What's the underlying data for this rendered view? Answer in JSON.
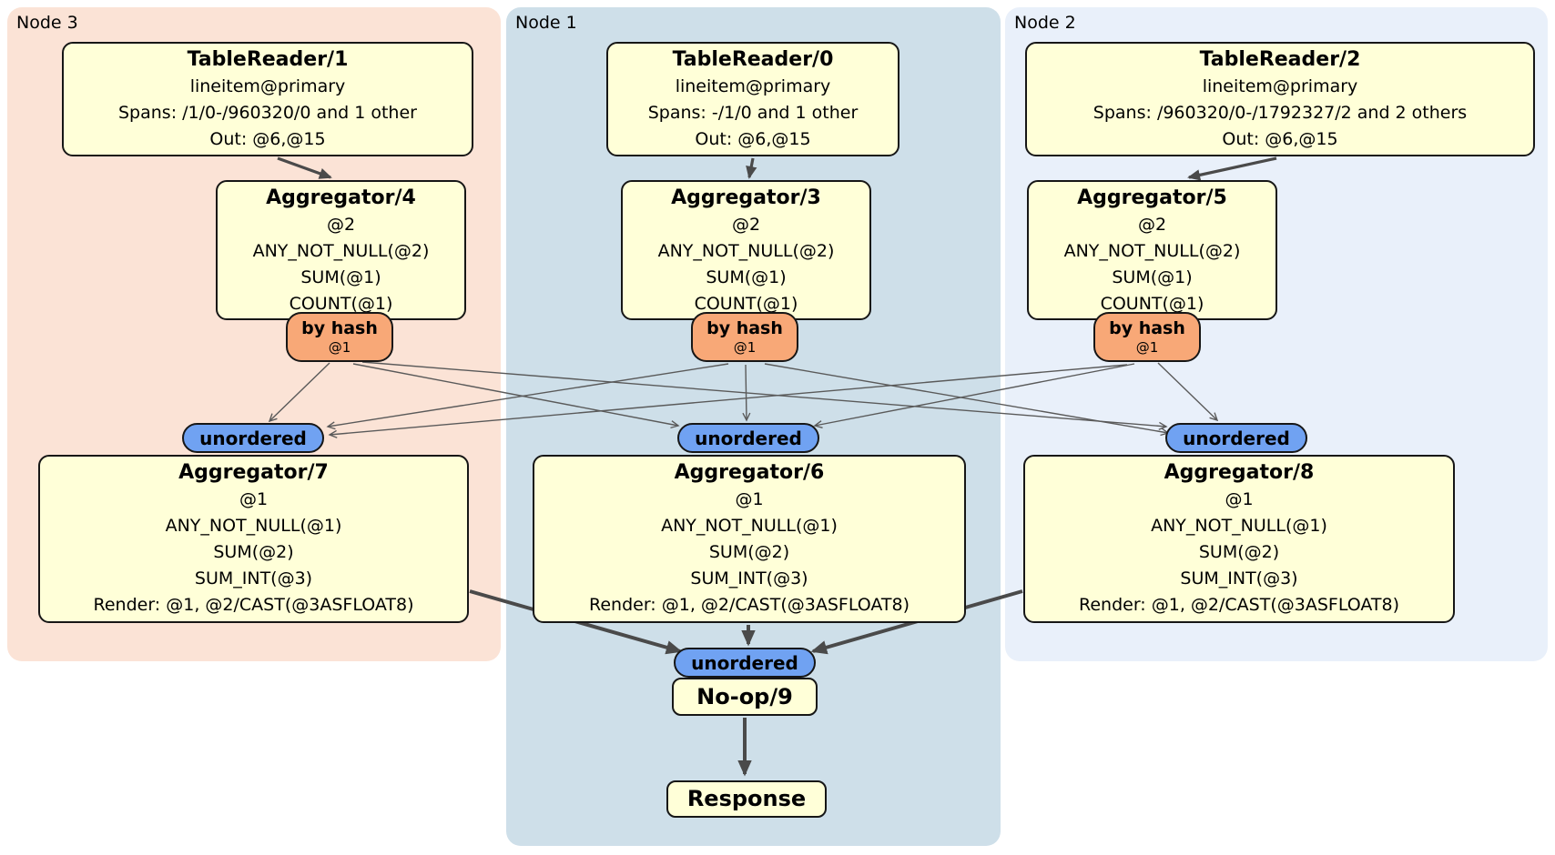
{
  "colors": {
    "region_node3": "#FBE3D6",
    "region_node1": "#CEDFE9",
    "region_node2": "#E9F0FA",
    "box_fill": "#FFFFD8",
    "router_fill": "#F8A877",
    "sync_fill": "#70A2F2",
    "edge_thick": "#4A4A4A",
    "edge_thin": "#5A5A5A"
  },
  "regions": {
    "node3": {
      "label": "Node 3"
    },
    "node1": {
      "label": "Node 1"
    },
    "node2": {
      "label": "Node 2"
    }
  },
  "processors": {
    "tr1": {
      "title": "TableReader/1",
      "lines": [
        "lineitem@primary",
        "Spans: /1/0-/960320/0 and 1 other",
        "Out: @6,@15"
      ]
    },
    "tr0": {
      "title": "TableReader/0",
      "lines": [
        "lineitem@primary",
        "Spans: -/1/0 and 1 other",
        "Out: @6,@15"
      ]
    },
    "tr2": {
      "title": "TableReader/2",
      "lines": [
        "lineitem@primary",
        "Spans: /960320/0-/1792327/2 and 2 others",
        "Out: @6,@15"
      ]
    },
    "agg4": {
      "title": "Aggregator/4",
      "lines": [
        "@2",
        "ANY_NOT_NULL(@2)",
        "SUM(@1)",
        "COUNT(@1)"
      ]
    },
    "agg3": {
      "title": "Aggregator/3",
      "lines": [
        "@2",
        "ANY_NOT_NULL(@2)",
        "SUM(@1)",
        "COUNT(@1)"
      ]
    },
    "agg5": {
      "title": "Aggregator/5",
      "lines": [
        "@2",
        "ANY_NOT_NULL(@2)",
        "SUM(@1)",
        "COUNT(@1)"
      ]
    },
    "agg7": {
      "title": "Aggregator/7",
      "lines": [
        "@1",
        "ANY_NOT_NULL(@1)",
        "SUM(@2)",
        "SUM_INT(@3)",
        "Render: @1, @2/CAST(@3ASFLOAT8)"
      ]
    },
    "agg6": {
      "title": "Aggregator/6",
      "lines": [
        "@1",
        "ANY_NOT_NULL(@1)",
        "SUM(@2)",
        "SUM_INT(@3)",
        "Render: @1, @2/CAST(@3ASFLOAT8)"
      ]
    },
    "agg8": {
      "title": "Aggregator/8",
      "lines": [
        "@1",
        "ANY_NOT_NULL(@1)",
        "SUM(@2)",
        "SUM_INT(@3)",
        "Render: @1, @2/CAST(@3ASFLOAT8)"
      ]
    },
    "noop": {
      "title": "No-op/9"
    },
    "response": {
      "title": "Response"
    }
  },
  "router": {
    "label": "by hash",
    "detail": "@1"
  },
  "sync": {
    "label": "unordered"
  },
  "edges": [
    {
      "from": "TableReader/1",
      "to": "Aggregator/4"
    },
    {
      "from": "TableReader/0",
      "to": "Aggregator/3"
    },
    {
      "from": "TableReader/2",
      "to": "Aggregator/5"
    },
    {
      "from": "by hash (Node 3)",
      "to": "unordered (Node 3)"
    },
    {
      "from": "by hash (Node 3)",
      "to": "unordered (Node 1)"
    },
    {
      "from": "by hash (Node 3)",
      "to": "unordered (Node 2)"
    },
    {
      "from": "by hash (Node 1)",
      "to": "unordered (Node 3)"
    },
    {
      "from": "by hash (Node 1)",
      "to": "unordered (Node 1)"
    },
    {
      "from": "by hash (Node 1)",
      "to": "unordered (Node 2)"
    },
    {
      "from": "by hash (Node 2)",
      "to": "unordered (Node 3)"
    },
    {
      "from": "by hash (Node 2)",
      "to": "unordered (Node 1)"
    },
    {
      "from": "by hash (Node 2)",
      "to": "unordered (Node 2)"
    },
    {
      "from": "Aggregator/7",
      "to": "unordered (final)"
    },
    {
      "from": "Aggregator/6",
      "to": "unordered (final)"
    },
    {
      "from": "Aggregator/8",
      "to": "unordered (final)"
    },
    {
      "from": "No-op/9",
      "to": "Response"
    }
  ]
}
